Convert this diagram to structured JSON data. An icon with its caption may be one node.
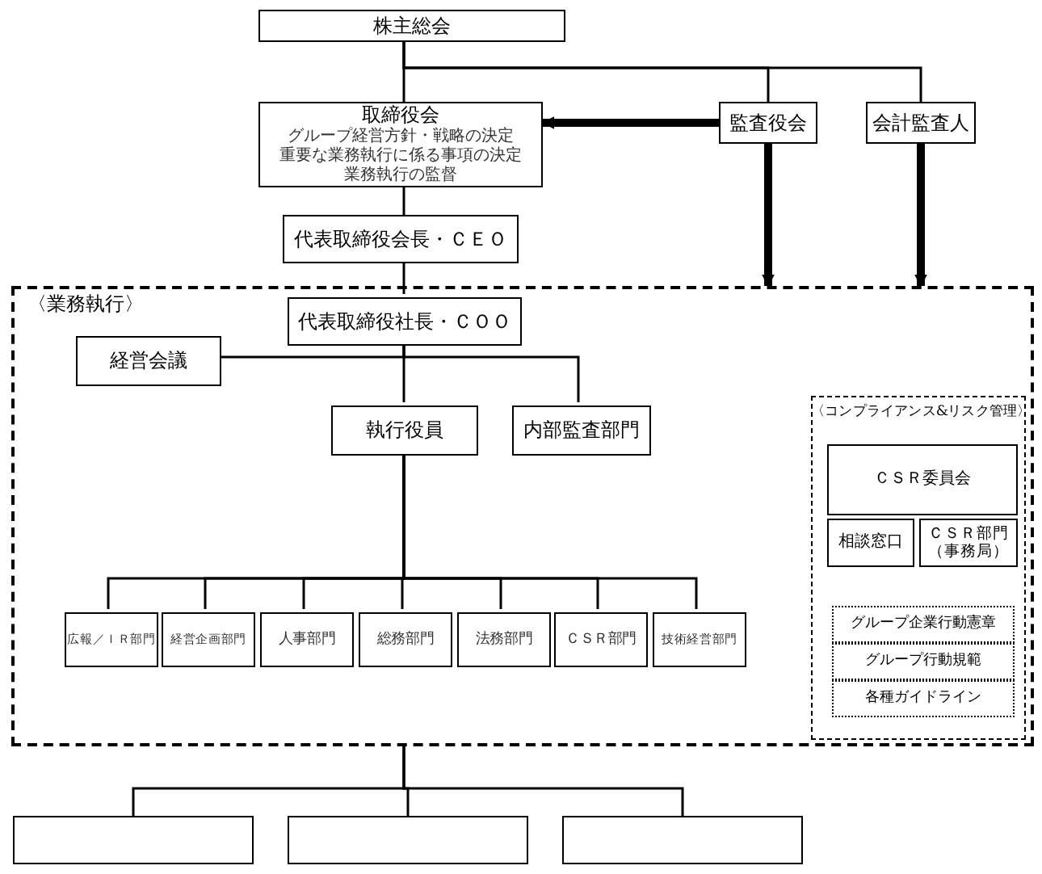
{
  "diagram": {
    "nodes": [
      {
        "text": [
          "株主総会"
        ]
      },
      {
        "text": [
          "取締役会",
          "グループ経営方針・戦略の決定",
          "重要な業務執行に係る事項の決定",
          "業務執行の監督"
        ]
      },
      {
        "text": [
          "監査役会"
        ]
      },
      {
        "text": [
          "会計監査人"
        ]
      },
      {
        "text": [
          "代表取締役会長・ＣＥＯ"
        ]
      },
      {
        "text": [
          "〈業務執行〉"
        ]
      },
      {
        "text": [
          "代表取締役社長・ＣＯＯ"
        ],
        "in": 5
      },
      {
        "text": [
          "経営会議"
        ],
        "in": 5
      },
      {
        "text": [
          "執行役員"
        ],
        "in": 5
      },
      {
        "text": [
          "内部監査部門"
        ],
        "in": 5
      },
      {
        "text": [
          "広報／ＩＲ部門"
        ],
        "in": 5
      },
      {
        "text": [
          "経営企画部門"
        ],
        "in": 5
      },
      {
        "text": [
          "人事部門"
        ],
        "in": 5
      },
      {
        "text": [
          "総務部門"
        ],
        "in": 5
      },
      {
        "text": [
          "法務部門"
        ],
        "in": 5
      },
      {
        "text": [
          "ＣＳＲ部門"
        ],
        "in": 5
      },
      {
        "text": [
          "技術経営部門"
        ],
        "in": 5
      },
      {
        "text": [
          "〈コンプライアンス&リスク管理〉"
        ],
        "in": 5
      },
      {
        "text": [
          "ＣＳＲ委員会"
        ],
        "in": 17
      },
      {
        "text": [
          "相談窓口"
        ],
        "in": 17
      },
      {
        "text": [
          "ＣＳＲ部門（事務局）"
        ],
        "in": 17
      },
      {
        "text": [
          "グループ企業行動憲章"
        ],
        "in": 17
      },
      {
        "text": [
          "グループ行動規範"
        ],
        "in": 17
      },
      {
        "text": [
          "各種ガイドライン"
        ],
        "in": 17
      },
      {
        "text": [],
        "shape": "box"
      },
      {
        "text": [],
        "shape": "box"
      },
      {
        "text": [],
        "shape": "box"
      }
    ],
    "edges": [
      {
        "from": 0,
        "to": 1,
        "arrow": "none"
      },
      {
        "from": 0,
        "to": 2,
        "arrow": "none"
      },
      {
        "from": 0,
        "to": 3,
        "arrow": "none"
      },
      {
        "from": 2,
        "to": 1,
        "arrow": "to",
        "style": "thick"
      },
      {
        "from": 2,
        "to": 5,
        "arrow": "to",
        "style": "thick"
      },
      {
        "from": 3,
        "to": 5,
        "arrow": "to",
        "style": "thick"
      },
      {
        "from": 1,
        "to": 4,
        "arrow": "none"
      },
      {
        "from": 4,
        "to": 6,
        "arrow": "none"
      },
      {
        "from": 6,
        "to": 7,
        "arrow": "none"
      },
      {
        "from": 6,
        "to": 8,
        "arrow": "none"
      },
      {
        "from": 6,
        "to": 9,
        "arrow": "none"
      },
      {
        "from": 8,
        "to": 10,
        "arrow": "none"
      },
      {
        "from": 8,
        "to": 11,
        "arrow": "none"
      },
      {
        "from": 8,
        "to": 12,
        "arrow": "none"
      },
      {
        "from": 8,
        "to": 13,
        "arrow": "none"
      },
      {
        "from": 8,
        "to": 14,
        "arrow": "none"
      },
      {
        "from": 8,
        "to": 15,
        "arrow": "none"
      },
      {
        "from": 8,
        "to": 16,
        "arrow": "none"
      },
      {
        "from": 5,
        "to": 24,
        "arrow": "none"
      },
      {
        "from": 5,
        "to": 25,
        "arrow": "none"
      },
      {
        "from": 5,
        "to": 26,
        "arrow": "none"
      }
    ]
  }
}
